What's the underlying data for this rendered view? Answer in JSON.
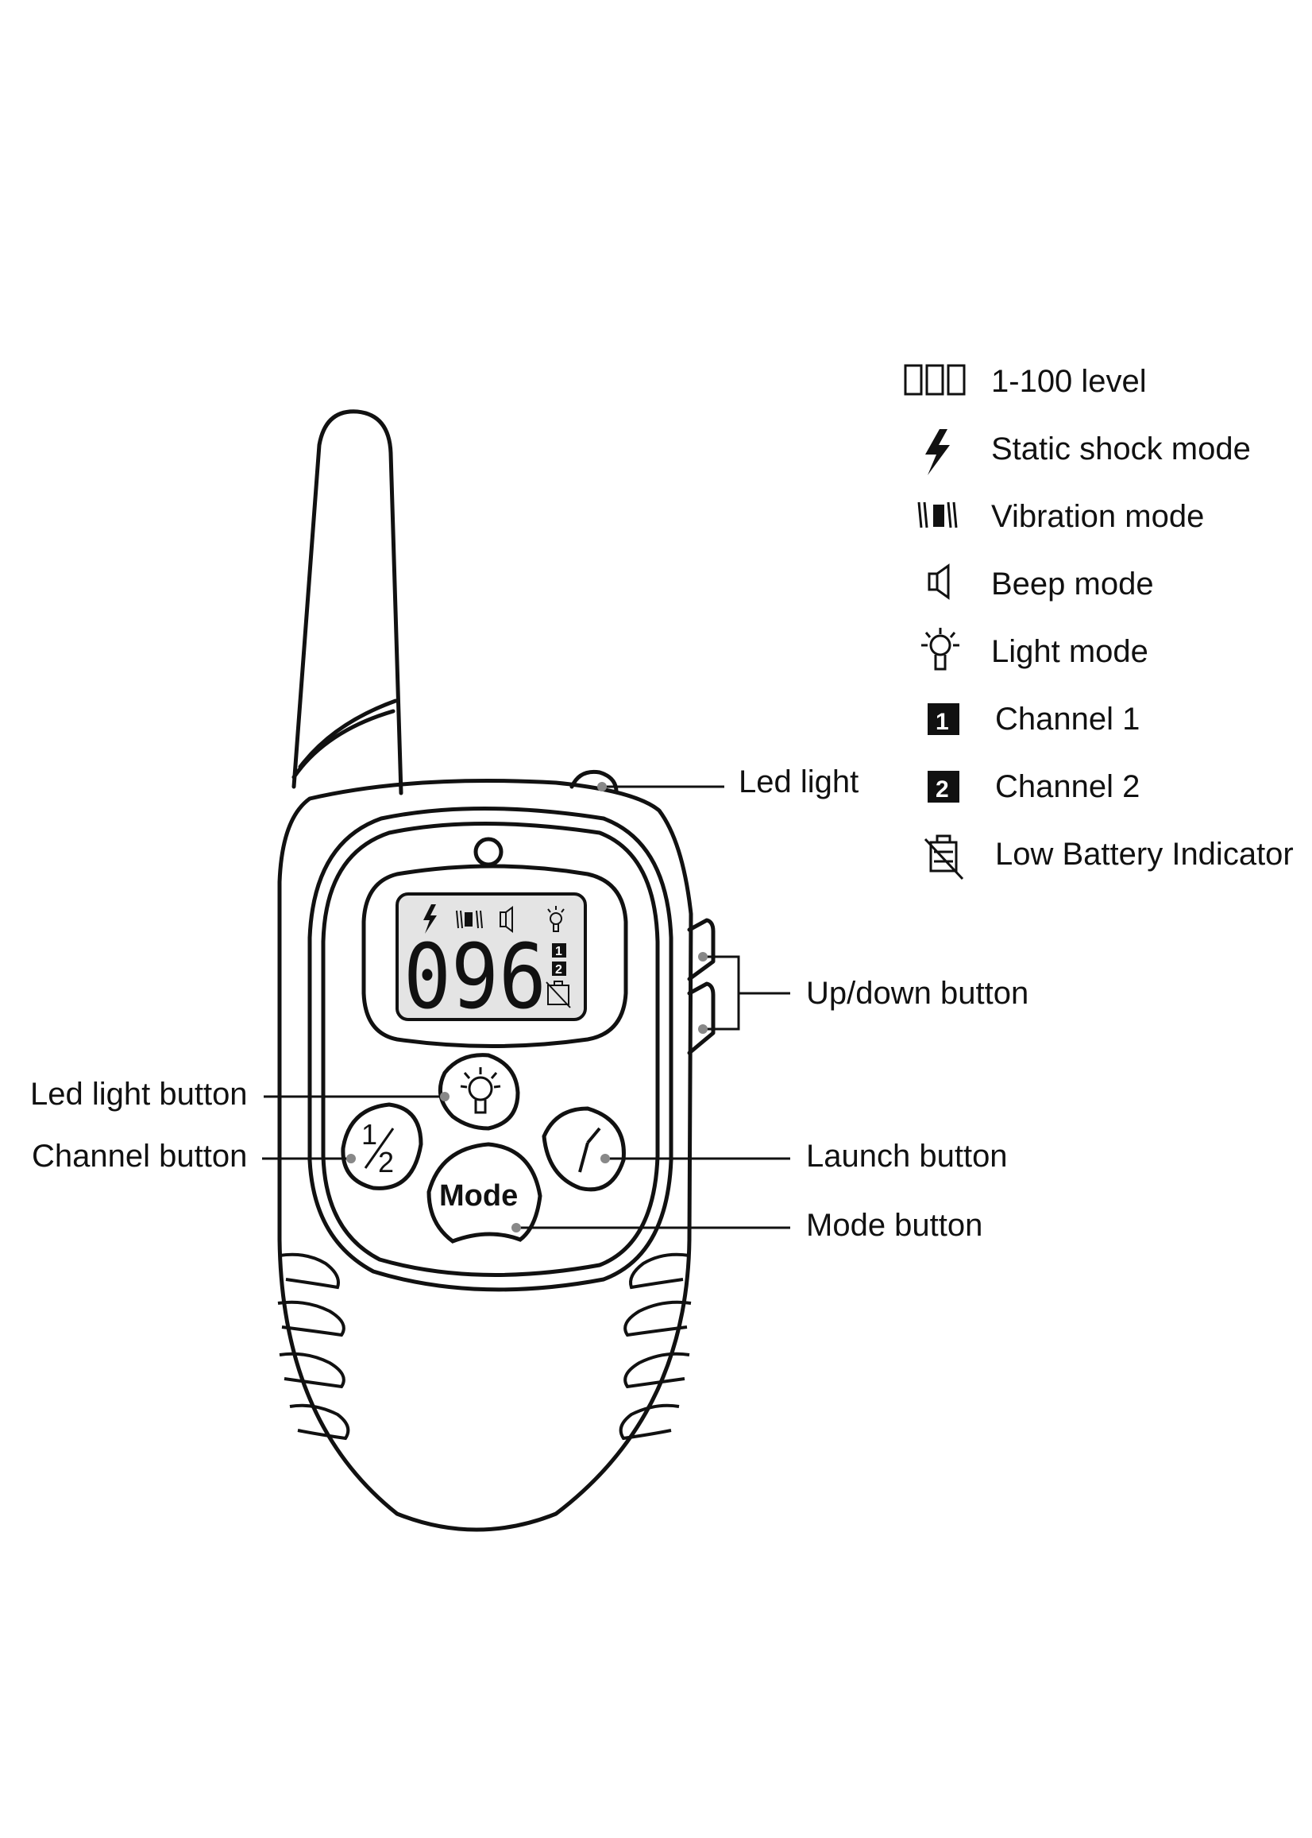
{
  "display": {
    "level": "096",
    "channel_1": "1",
    "channel_2": "2"
  },
  "buttons": {
    "mode_label": "Mode",
    "channel_top": "1",
    "channel_bottom": "2"
  },
  "legend": [
    {
      "icon": "level-digits-icon",
      "label": "1-100 level"
    },
    {
      "icon": "lightning-bolt-icon",
      "label": "Static shock mode"
    },
    {
      "icon": "vibration-icon",
      "label": "Vibration mode"
    },
    {
      "icon": "speaker-icon",
      "label": "Beep mode"
    },
    {
      "icon": "light-bulb-icon",
      "label": "Light mode"
    },
    {
      "icon": "channel-1-icon",
      "label": "Channel 1",
      "badge": "1"
    },
    {
      "icon": "channel-2-icon",
      "label": "Channel 2",
      "badge": "2"
    },
    {
      "icon": "low-battery-icon",
      "label": "Low Battery Indicator"
    }
  ],
  "callouts": {
    "led_light": "Led light",
    "up_down_button": "Up/down button",
    "led_light_button": "Led light button",
    "channel_button": "Channel button",
    "launch_button": "Launch button",
    "mode_button": "Mode button"
  }
}
